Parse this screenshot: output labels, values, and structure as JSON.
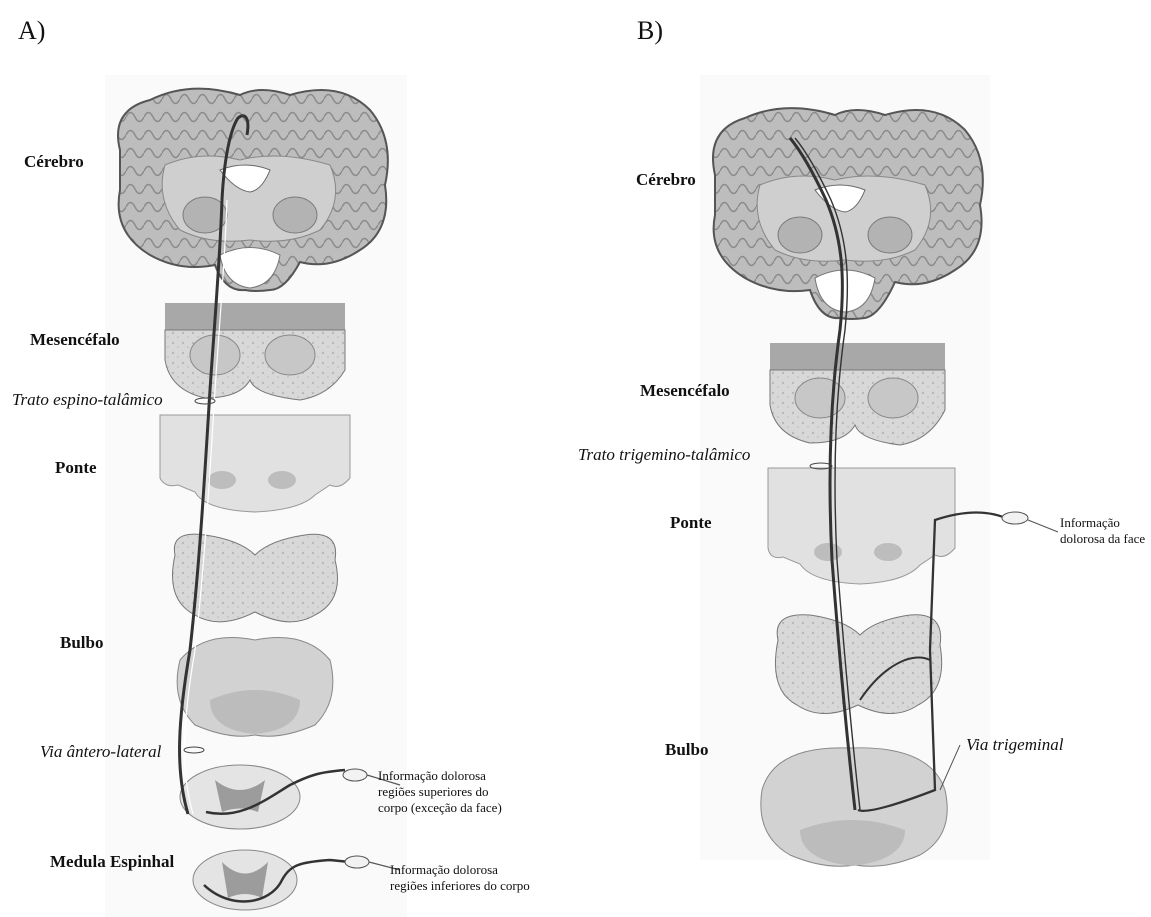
{
  "panel_a": {
    "letter": "A)",
    "labels": {
      "cerebro": "Cérebro",
      "mesencefalo": "Mesencéfalo",
      "trato": "Trato espino-talâmico",
      "ponte": "Ponte",
      "bulbo": "Bulbo",
      "via": "Via ântero-lateral",
      "medula": "Medula Espinhal"
    },
    "notes": {
      "upper": [
        "Informação dolorosa",
        "regiões superiores do",
        "corpo (exceção da face)"
      ],
      "lower": [
        "Informação dolorosa",
        "regiões inferiores do corpo"
      ]
    }
  },
  "panel_b": {
    "letter": "B)",
    "labels": {
      "cerebro": "Cérebro",
      "mesencefalo": "Mesencéfalo",
      "trato": "Trato trigemino-talâmico",
      "ponte": "Ponte",
      "bulbo": "Bulbo",
      "via": "Via trigeminal"
    },
    "notes": {
      "face": [
        "Informação",
        "dolorosa  da face"
      ]
    }
  }
}
